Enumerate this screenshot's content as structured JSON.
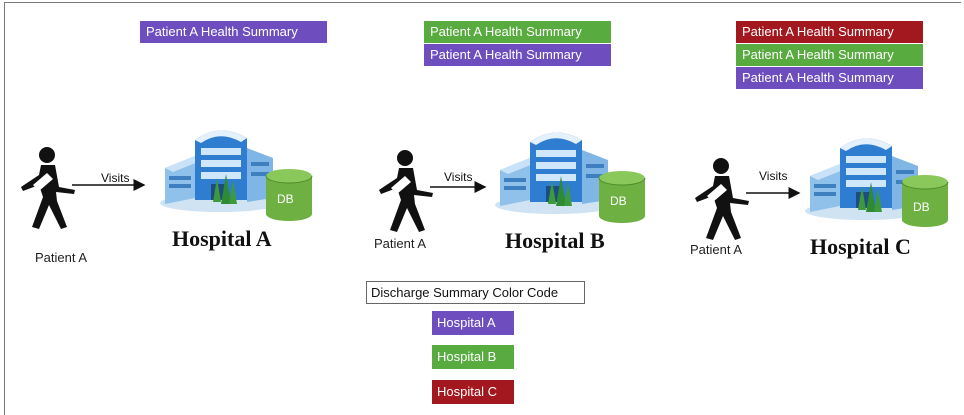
{
  "summaries": {
    "a": [
      "Patient A Health Summary"
    ],
    "b": [
      "Patient A Health Summary",
      "Patient A Health Summary"
    ],
    "c": [
      "Patient A Health Summary",
      "Patient A Health Summary",
      "Patient A Health Summary"
    ]
  },
  "hospitals": [
    {
      "name": "Hospital A",
      "patient": "Patient A",
      "visits": "Visits",
      "db": "DB"
    },
    {
      "name": "Hospital B",
      "patient": "Patient A",
      "visits": "Visits",
      "db": "DB"
    },
    {
      "name": "Hospital C",
      "patient": "Patient A",
      "visits": "Visits",
      "db": "DB"
    }
  ],
  "legend": {
    "title": "Discharge Summary Color Code",
    "items": [
      "Hospital A",
      "Hospital B",
      "Hospital C"
    ]
  },
  "colors": {
    "hospital_a": "#6e4ebe",
    "hospital_b": "#57ab3f",
    "hospital_c": "#a3171e",
    "db": "#6fb043"
  },
  "icons": {
    "person": "walking-person-icon",
    "building": "hospital-building-icon",
    "database": "database-cylinder-icon"
  }
}
